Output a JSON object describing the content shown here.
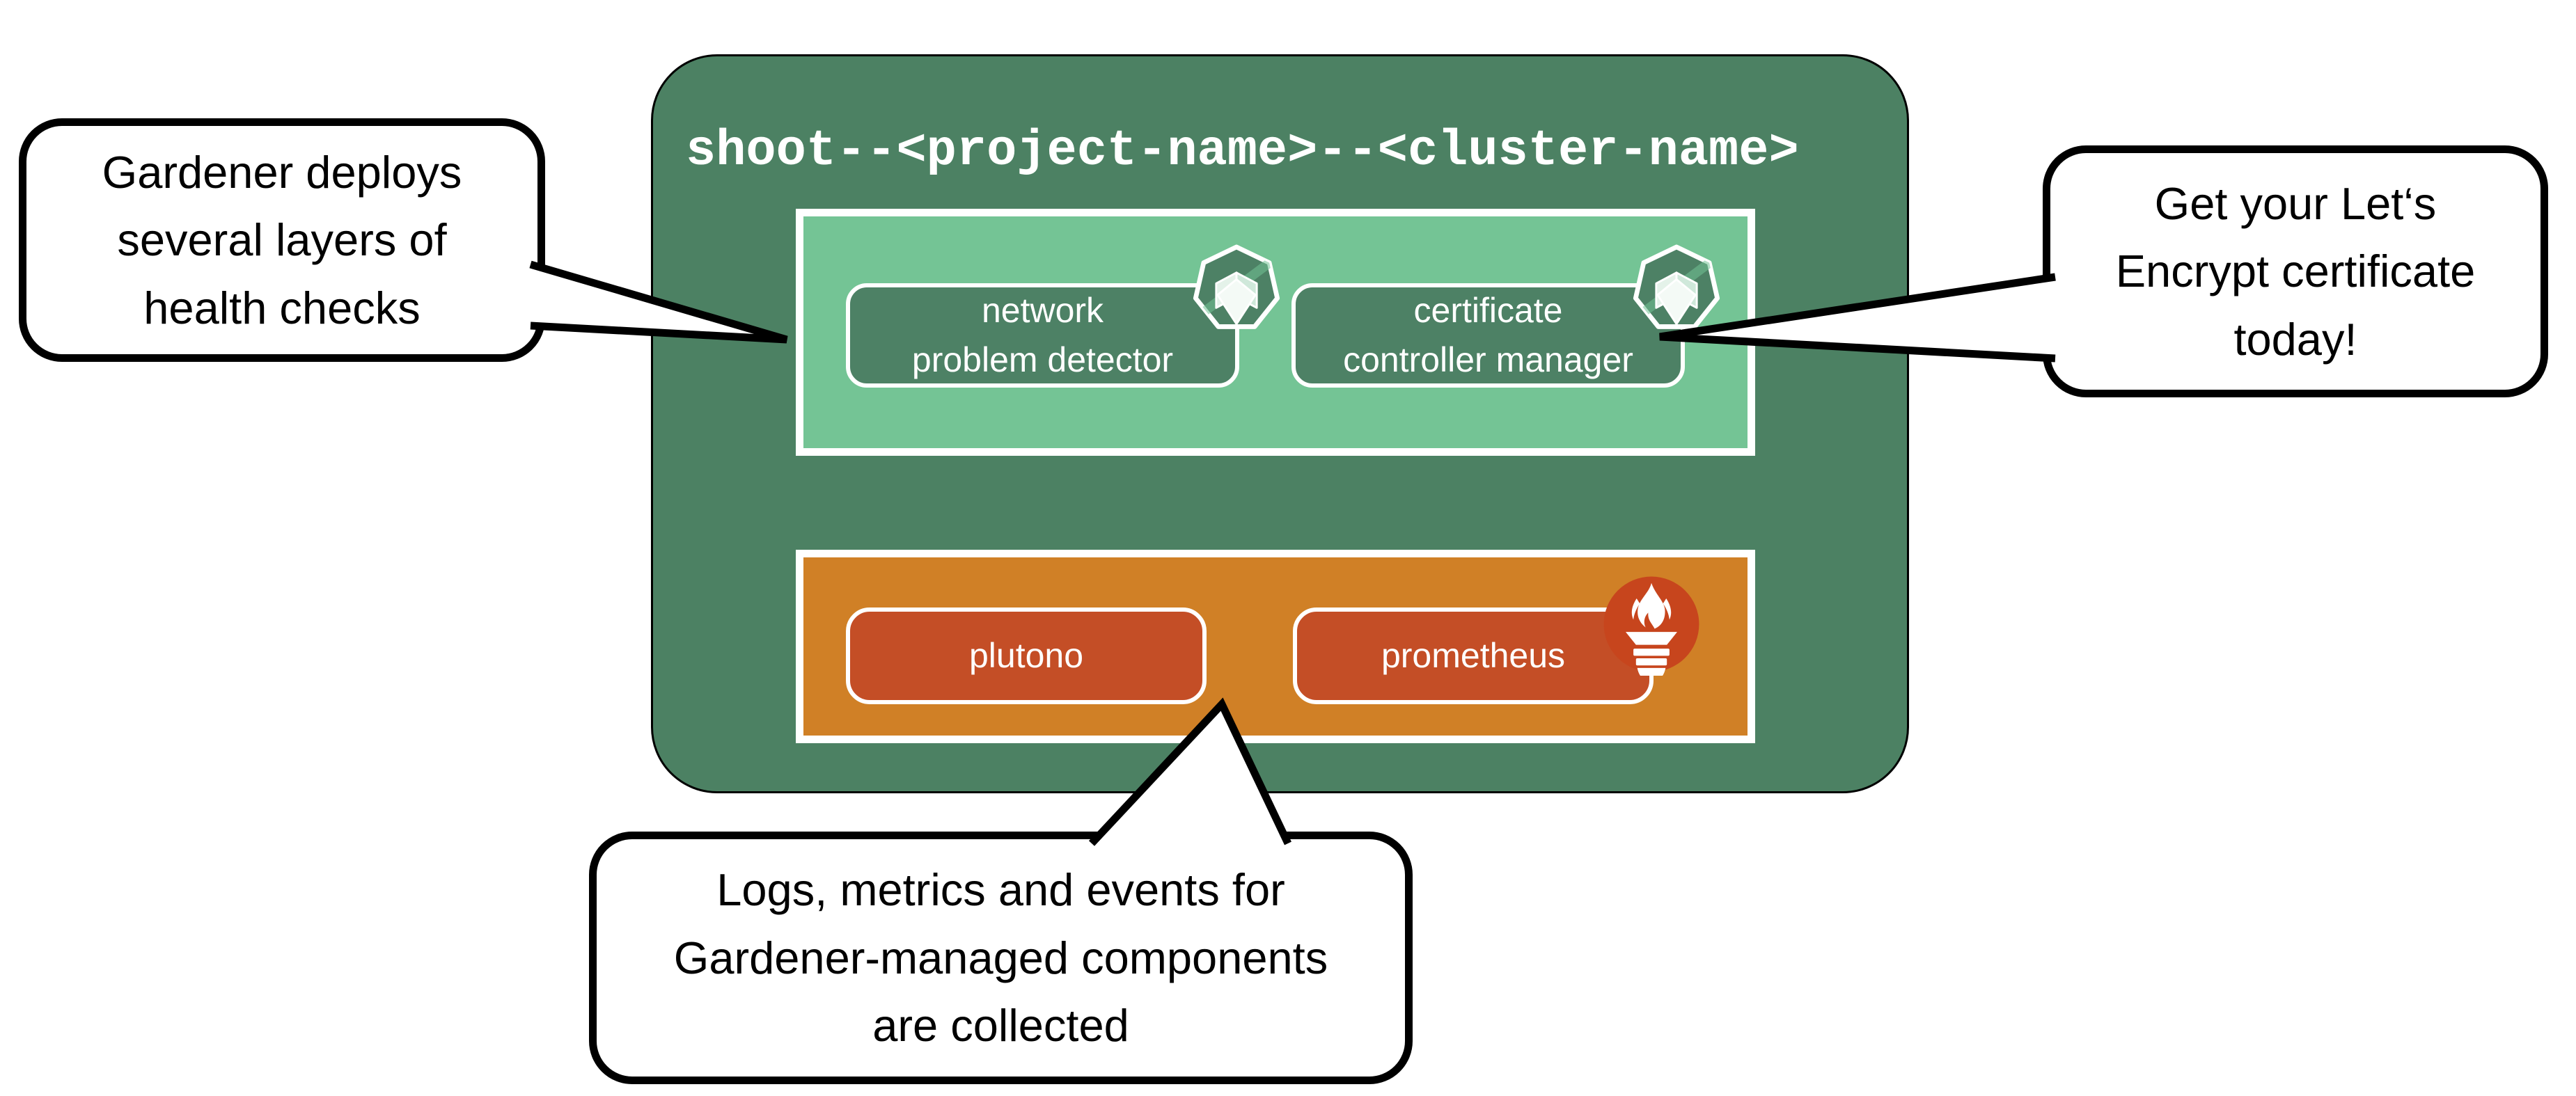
{
  "cluster": {
    "title": "shoot--<project-name>--<cluster-name>"
  },
  "layers": {
    "health": {
      "components": [
        {
          "line1": "network",
          "line2": "problem detector",
          "icon": "gardener-logo-icon"
        },
        {
          "line1": "certificate",
          "line2": "controller manager",
          "icon": "gardener-logo-icon"
        }
      ]
    },
    "monitoring": {
      "components": [
        {
          "label": "plutono"
        },
        {
          "label": "prometheus",
          "icon": "prometheus-flame-icon"
        }
      ]
    }
  },
  "callouts": {
    "health": {
      "lines": [
        "Gardener deploys",
        "several layers of",
        "health checks"
      ]
    },
    "certificate": {
      "lines": [
        "Get your Let‘s",
        "Encrypt certificate",
        "today!"
      ]
    },
    "monitoring": {
      "lines": [
        "Logs, metrics and events for",
        "Gardener-managed components",
        "are collected"
      ]
    }
  },
  "colors": {
    "cluster_green": "#4C8163",
    "layer_light_green": "#74C495",
    "component_green": "#4D8165",
    "layer_orange": "#D08026",
    "component_rust": "#C44E26",
    "prometheus_red": "#C7451D",
    "callout_border": "#000000",
    "callout_fill": "#FFFFFF",
    "text_on_dark": "#FFFFFF",
    "text_on_light": "#000000"
  }
}
